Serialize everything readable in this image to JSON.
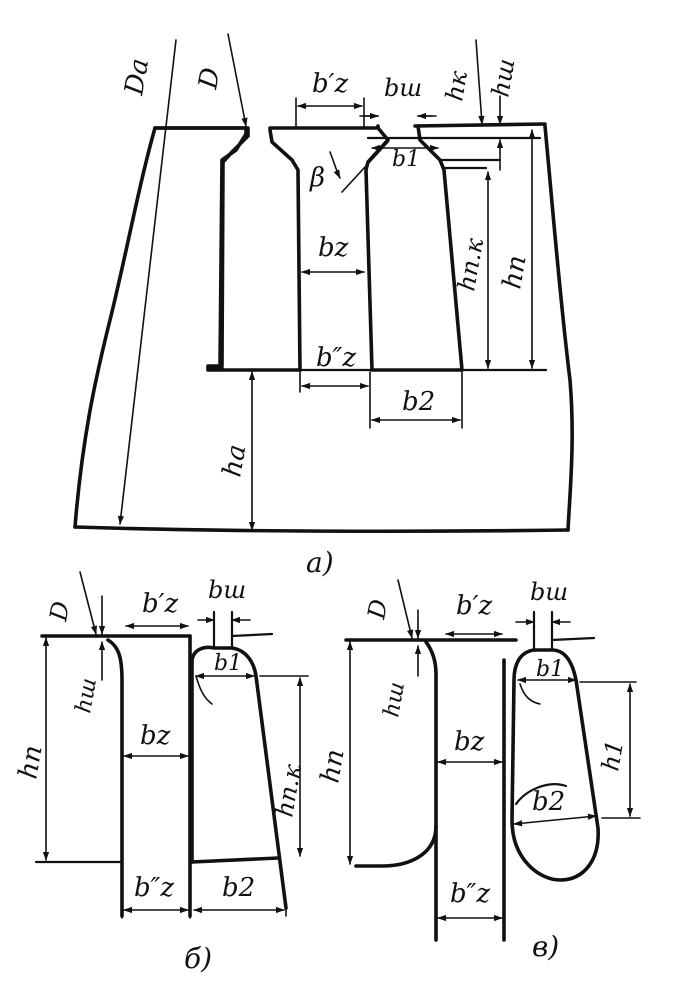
{
  "figure_a": {
    "labels": {
      "Da": "Da",
      "D": "D",
      "bz_prime": "b′z",
      "bsh": "bш",
      "hk": "hк",
      "hsh": "hш",
      "b1": "b1",
      "beta": "β",
      "bz": "bz",
      "hpk": "hп.к",
      "hp": "hп",
      "bz_dprime": "b″z",
      "b2": "b2",
      "ha": "ha"
    },
    "caption": "а)"
  },
  "figure_b": {
    "labels": {
      "D": "D",
      "bz_prime": "b′z",
      "bsh": "bш",
      "hsh": "hш",
      "b1": "b1",
      "bz": "bz",
      "hpk": "hп.к",
      "hp": "hп",
      "bz_dprime": "b″z",
      "b2": "b2"
    },
    "caption": "б)"
  },
  "figure_v": {
    "labels": {
      "D": "D",
      "bz_prime": "b′z",
      "bsh": "bш",
      "hsh": "hш",
      "b1": "b1",
      "bz": "bz",
      "h1": "h1",
      "hp": "hп",
      "b2": "b2",
      "bz_dprime": "b″z"
    },
    "caption": "в)"
  }
}
